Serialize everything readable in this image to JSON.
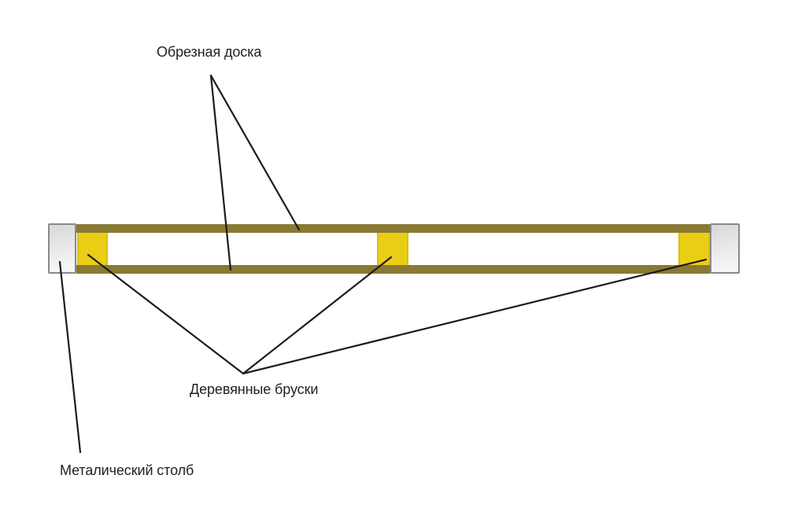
{
  "diagram": {
    "labels": {
      "board": "Обрезная доска",
      "blocks": "Деревянные бруски",
      "post": "Металический столб"
    },
    "colors": {
      "board": "#8a7933",
      "block": "#eace15",
      "block_edge": "#d9bf12",
      "post_fill_top": "#d8d8d8",
      "post_fill_bottom": "#f5f5f5",
      "post_border": "#8a8a8a",
      "line": "#1c1c1c",
      "text": "#231f20",
      "background": "#ffffff"
    }
  }
}
